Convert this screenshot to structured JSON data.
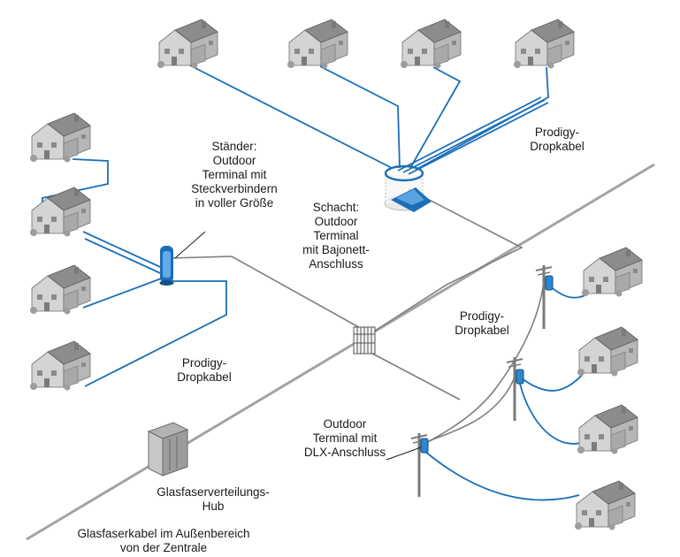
{
  "labels": {
    "staender": [
      "Ständer:",
      "Outdoor",
      "Terminal mit",
      "Steckverbindern",
      "in voller Größe"
    ],
    "schacht": [
      "Schacht:",
      "Outdoor",
      "Terminal",
      "mit Bajonett-",
      "Anschluss"
    ],
    "prodigy_top": [
      "Prodigy-",
      "Dropkabel"
    ],
    "prodigy_left": [
      "Prodigy-",
      "Dropkabel"
    ],
    "prodigy_right": [
      "Prodigy-",
      "Dropkabel"
    ],
    "outdoor_dlx": [
      "Outdoor",
      "Terminal mit",
      "DLX-Anschluss"
    ],
    "hub": [
      "Glasfaserverteilungs-",
      "Hub"
    ],
    "trunk": [
      "Glasfaserkabel im Außenbereich",
      "von der Zentrale"
    ]
  },
  "colors": {
    "drop_cable": "#1b6fb8",
    "trunk_cable": "#9a9a9a",
    "feeder_cable": "#7f7f7f",
    "house_wall": "#c9c9c9",
    "house_roof": "#8c8c8c",
    "terminal_blue": "#2f86d1"
  },
  "icons": [
    "house-icon",
    "pedestal-terminal-icon",
    "vault-terminal-icon",
    "splice-closure-icon",
    "utility-pole-icon",
    "hub-cabinet-icon"
  ]
}
